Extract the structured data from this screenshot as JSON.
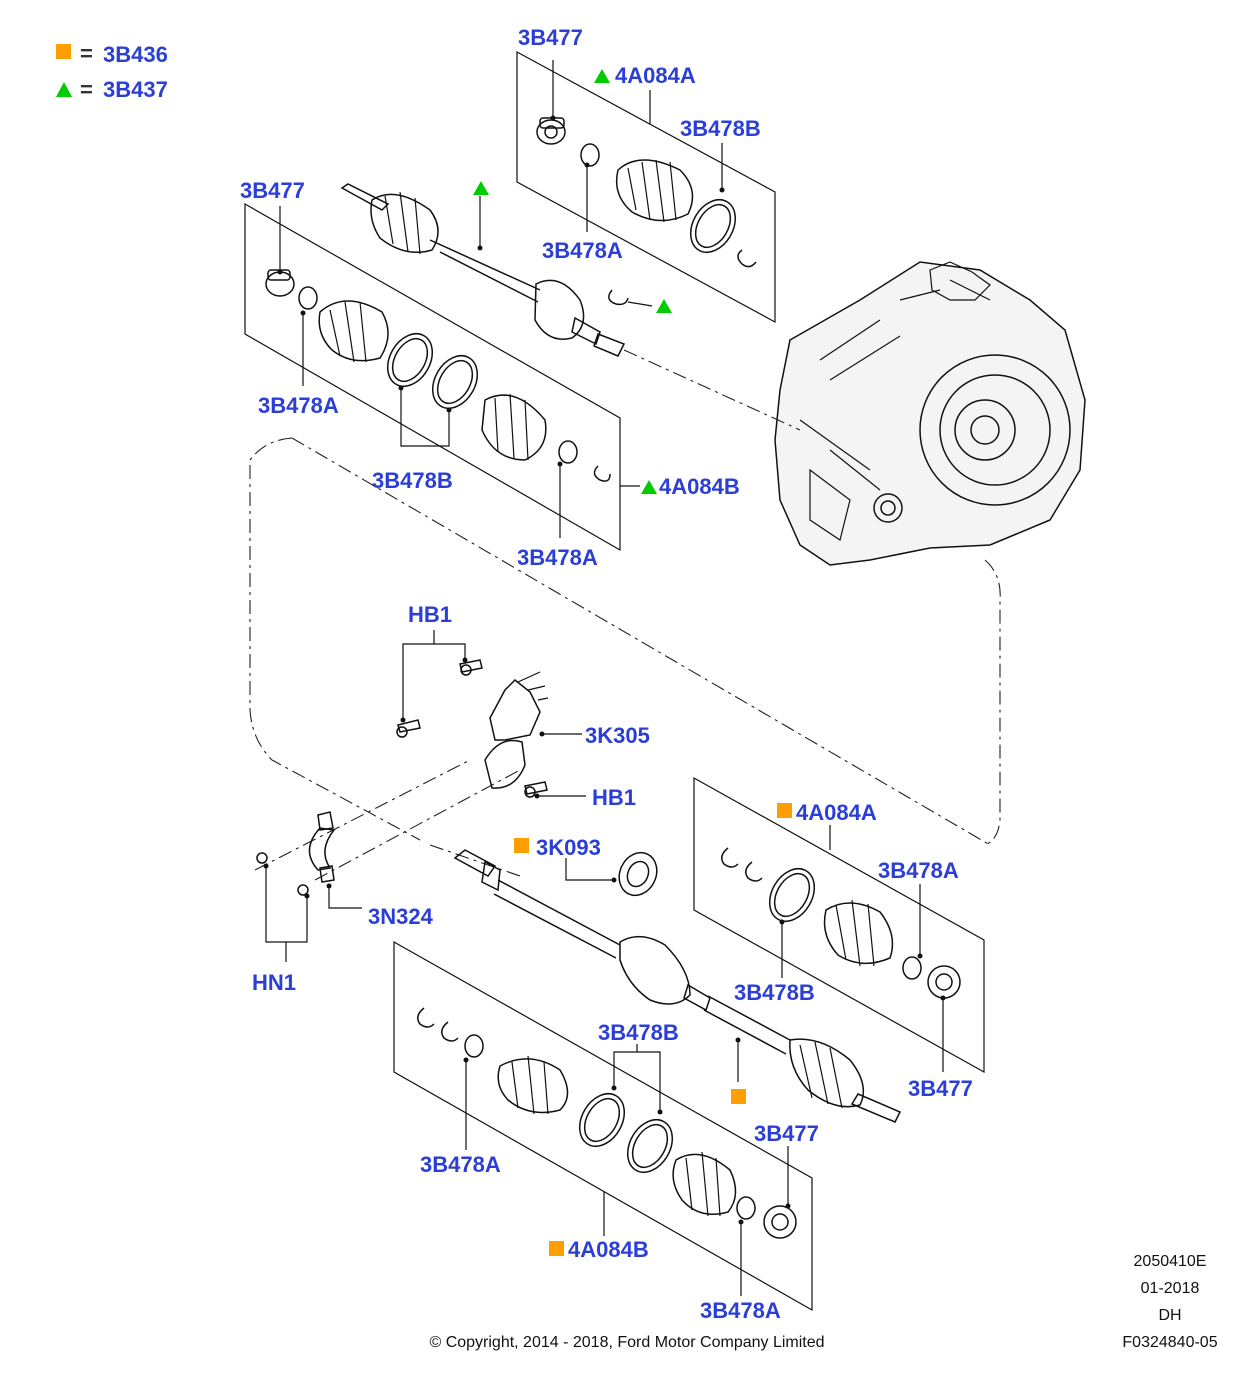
{
  "legend": [
    {
      "symbol": "square",
      "color": "#ff9e00",
      "eq": "=",
      "code": "3B436"
    },
    {
      "symbol": "triangle",
      "color": "#00cc00",
      "eq": "=",
      "code": "3B437"
    }
  ],
  "labels": {
    "top_kit_3b477": "3B477",
    "top_kit_4a084a": "4A084A",
    "top_kit_3b478b": "3B478B",
    "top_kit_3b478a": "3B478A",
    "left_3b477": "3B477",
    "left_3b478a_1": "3B478A",
    "left_3b478b": "3B478B",
    "left_4a084b": "4A084B",
    "left_3b478a_2": "3B478A",
    "hb1_top": "HB1",
    "k305": "3K305",
    "hb1_bottom": "HB1",
    "n324": "3N324",
    "hn1": "HN1",
    "k093": "3K093",
    "right_4a084a": "4A084A",
    "right_3b478a": "3B478A",
    "right_3b478b": "3B478B",
    "right_3b477": "3B477",
    "bot_3b478b": "3B478B",
    "bot_3b478a_1": "3B478A",
    "bot_3b477": "3B477",
    "bot_4a084b": "4A084B",
    "bot_3b478a_2": "3B478A"
  },
  "footer": {
    "code": "2050410E",
    "date": "01-2018",
    "initials": "DH",
    "figure": "F0324840-05",
    "copyright": "© Copyright, 2014 - 2018, Ford Motor Company Limited"
  }
}
